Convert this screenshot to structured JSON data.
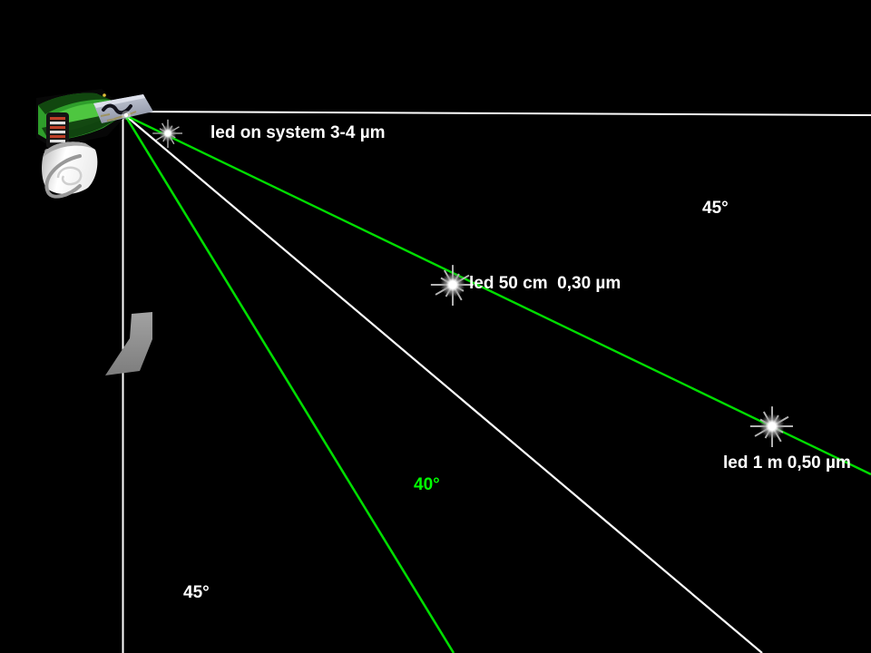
{
  "scene": {
    "background": "#000000",
    "beam_green": "#00dd00",
    "beam_white": "#ffffff",
    "angle_green_text": "#00ff00",
    "label_white_text": "#ffffff"
  },
  "labels": {
    "led_on_system": "led on system 3-4 µm",
    "led_50cm": "led 50 cm  0,30 µm",
    "led_1m": "led 1 m 0,50 µm",
    "angle_top_right": "45°",
    "angle_mid": "40°",
    "angle_bottom_left": "45°"
  }
}
